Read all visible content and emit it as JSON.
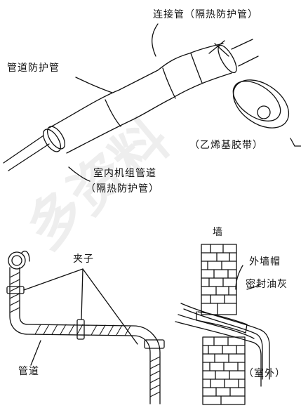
{
  "diagram": {
    "labels": {
      "connecting_pipe": "连接管（隔热防护管）",
      "pipe_protection_tube": "管道防护管",
      "ethylene_tape": "（乙烯基胶带）",
      "indoor_pipe_line1": "室内机组管道",
      "indoor_pipe_line2": "（隔热防护管）",
      "clamp": "夹子",
      "pipe": "管道",
      "wall": "墙",
      "wall_cap": "外墙帽",
      "sealant": "密封油灰",
      "outdoor": "（室外）"
    },
    "watermark": "多资料"
  },
  "colors": {
    "line": "#111111",
    "watermark": "#eeeeee",
    "background": "#ffffff"
  }
}
